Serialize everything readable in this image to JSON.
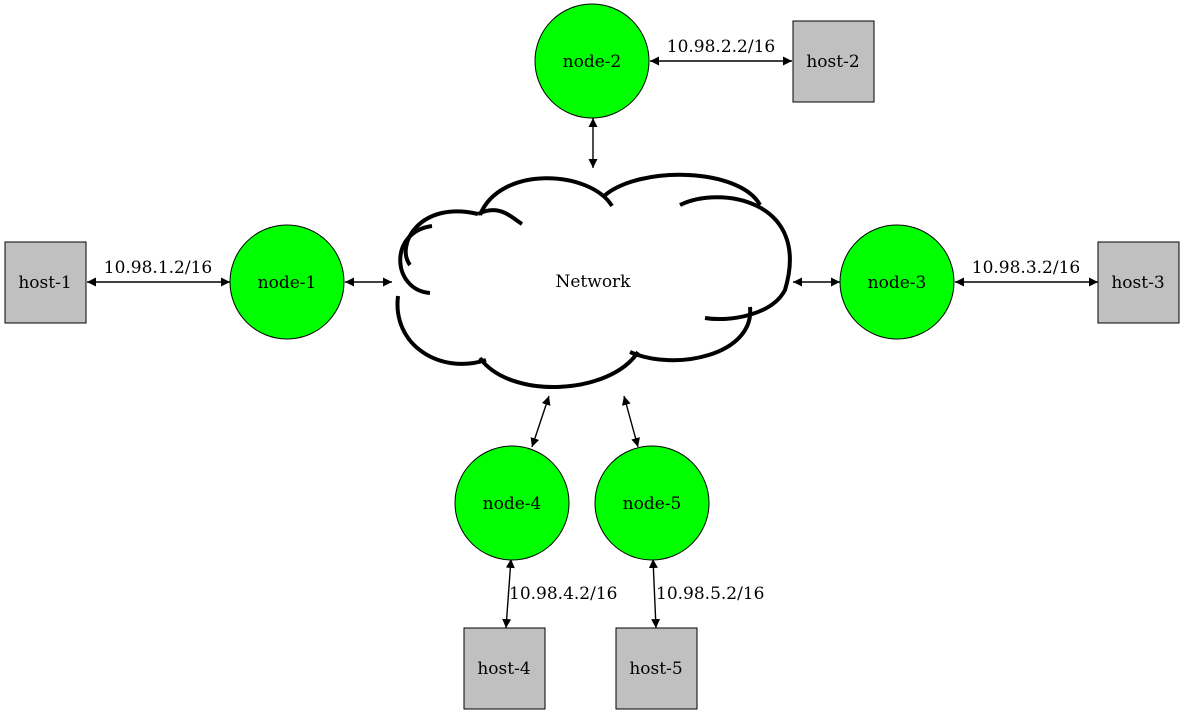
{
  "cloud": {
    "label": "Network"
  },
  "colors": {
    "node_fill": "#00ff00",
    "host_fill": "#c0c0c0",
    "stroke": "#000000",
    "cloud_fill": "#ffffff"
  },
  "nodes": [
    {
      "id": "node-1",
      "label": "node-1"
    },
    {
      "id": "node-2",
      "label": "node-2"
    },
    {
      "id": "node-3",
      "label": "node-3"
    },
    {
      "id": "node-4",
      "label": "node-4"
    },
    {
      "id": "node-5",
      "label": "node-5"
    }
  ],
  "hosts": [
    {
      "id": "host-1",
      "label": "host-1"
    },
    {
      "id": "host-2",
      "label": "host-2"
    },
    {
      "id": "host-3",
      "label": "host-3"
    },
    {
      "id": "host-4",
      "label": "host-4"
    },
    {
      "id": "host-5",
      "label": "host-5"
    }
  ],
  "links": [
    {
      "node": "node-1",
      "host": "host-1",
      "address": "10.98.1.2/16"
    },
    {
      "node": "node-2",
      "host": "host-2",
      "address": "10.98.2.2/16"
    },
    {
      "node": "node-3",
      "host": "host-3",
      "address": "10.98.3.2/16"
    },
    {
      "node": "node-4",
      "host": "host-4",
      "address": "10.98.4.2/16"
    },
    {
      "node": "node-5",
      "host": "host-5",
      "address": "10.98.5.2/16"
    }
  ]
}
